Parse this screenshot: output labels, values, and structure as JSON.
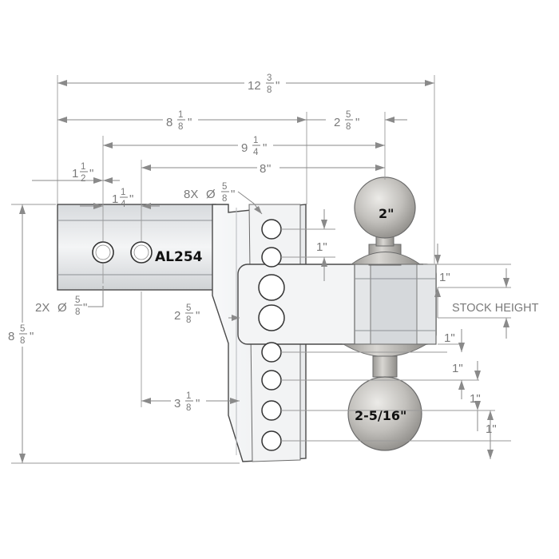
{
  "diagram": {
    "model_label": "AL254",
    "top_ball_size": "2\"",
    "bottom_ball_size": "2-5/16\"",
    "stock_height_label": "STOCK HEIGHT",
    "dimensions": {
      "overall_length": {
        "whole": "12",
        "num": "3",
        "den": "8"
      },
      "shank_to_drop": {
        "whole": "8",
        "num": "1",
        "den": "8"
      },
      "ball_offset": {
        "whole": "2",
        "num": "5",
        "den": "8"
      },
      "pin_to_ball": {
        "whole": "9",
        "num": "1",
        "den": "4"
      },
      "pin2_to_ball": {
        "whole": "8",
        "num": "",
        "den": ""
      },
      "pin_spacing_a": {
        "whole": "1",
        "num": "1",
        "den": "2"
      },
      "pin_spacing_b": {
        "whole": "1",
        "num": "1",
        "den": "4"
      },
      "shank_holes": {
        "prefix": "2X",
        "num": "5",
        "den": "8"
      },
      "shank_hole_diameter_symbol": "Ø",
      "drop_holes": {
        "prefix": "8X",
        "num": "5",
        "den": "8"
      },
      "mount_hole_spacing": {
        "whole": "2",
        "num": "5",
        "den": "8"
      },
      "pin_to_drop": {
        "whole": "3",
        "num": "1",
        "den": "8"
      },
      "overall_height": {
        "whole": "8",
        "num": "5",
        "den": "8"
      },
      "hole_pitch": "1\"",
      "increments": [
        "1\"",
        "1\"",
        "1\"",
        "1\"",
        "1\"",
        "1\""
      ]
    }
  },
  "colors": {
    "line": "#8a8a8a",
    "part_stroke": "#4a4a4a",
    "shank_fill": "#e6e8ea",
    "ball_fill": "#b8b6b2",
    "label": "#111111"
  }
}
